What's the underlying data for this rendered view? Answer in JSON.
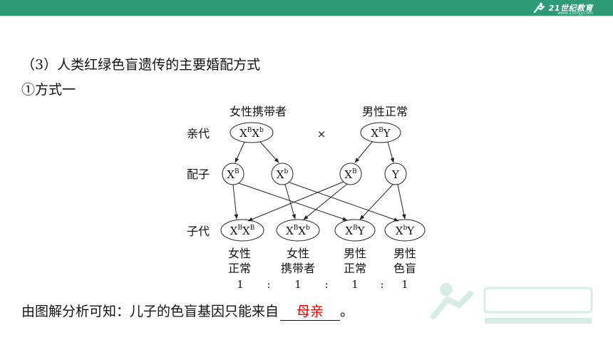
{
  "header": {
    "logo_text": "21世纪教育",
    "logo_sub": "www.21cnjy.com"
  },
  "heading": "（3）人类红绿色盲遗传的主要婚配方式",
  "subheading": "①方式一",
  "diagram": {
    "row_labels": {
      "parents": "亲代",
      "gametes": "配子",
      "offspring": "子代"
    },
    "parent_female_label": "女性携带者",
    "parent_male_label": "男性正常",
    "cross_symbol": "×",
    "ratio_sep": ":",
    "offspring_captions": [
      {
        "line1": "女性",
        "line2": "正常",
        "ratio": "1"
      },
      {
        "line1": "女性",
        "line2": "携带者",
        "ratio": "1"
      },
      {
        "line1": "男性",
        "line2": "正常",
        "ratio": "1"
      },
      {
        "line1": "男性",
        "line2": "色盲",
        "ratio": "1"
      }
    ]
  },
  "conclusion": {
    "prefix": "由图解分析可知：儿子的色盲基因只能来自",
    "answer": "母亲",
    "suffix": "。"
  },
  "colors": {
    "bar": "#2e9a78",
    "answer": "#e00000"
  }
}
